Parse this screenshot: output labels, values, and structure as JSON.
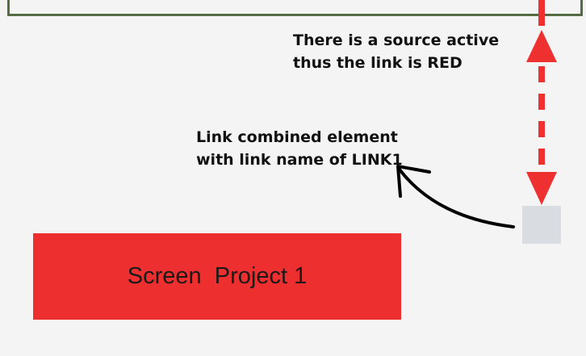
{
  "annotations": {
    "source_active": "There is a source active\nthus the link is RED",
    "link_element": "Link combined element\nwith link name of LINK1"
  },
  "screen": {
    "label": "Screen  Project 1"
  },
  "colors": {
    "link_active": "#ee3030",
    "screen_fill": "#ee2f2f",
    "link_element_fill": "#d9dde1",
    "frame_border": "#556b40",
    "pointer_arrow": "#000000"
  }
}
